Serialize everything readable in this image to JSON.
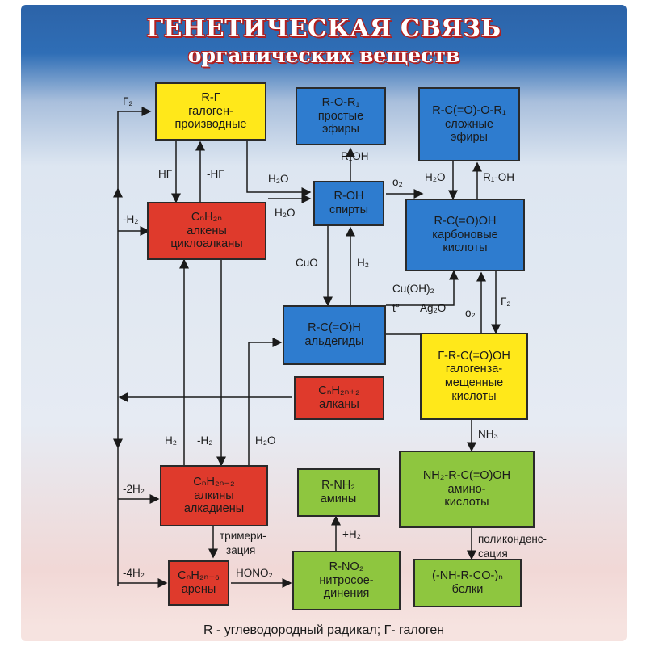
{
  "title": "ГЕНЕТИЧЕСКАЯ СВЯЗЬ",
  "subtitle": "органических веществ",
  "footer": "R - углеводородный радикал; Г- галоген",
  "boxes": {
    "halogen": {
      "formula": "R-Г",
      "l1": "галоген-",
      "l2": "производные",
      "color": "#ffe81a"
    },
    "ethers": {
      "formula": "R-O-R₁",
      "l1": "простые",
      "l2": "эфиры",
      "color": "#2e7ccf"
    },
    "esters": {
      "formula": "R-C(=O)-O-R₁",
      "l1": "сложные",
      "l2": "эфиры",
      "color": "#2e7ccf"
    },
    "alkenes": {
      "formula": "CₙH₂ₙ",
      "l1": "алкены",
      "l2": "циклоалканы",
      "color": "#df3a2c"
    },
    "alcohols": {
      "formula": "R-OH",
      "l1": "спирты",
      "color": "#2e7ccf"
    },
    "acids": {
      "formula": "R-C(=O)OH",
      "l1": "карбоновые",
      "l2": "кислоты",
      "color": "#2e7ccf"
    },
    "aldehydes": {
      "formula": "R-C(=O)H",
      "l1": "альдегиды",
      "color": "#2e7ccf"
    },
    "haloacids": {
      "formula": "Г-R-C(=O)OH",
      "l1": "галогенза-",
      "l2": "мещенные",
      "l3": "кислоты",
      "color": "#ffe81a"
    },
    "alkanes": {
      "formula": "CₙH₂ₙ₊₂",
      "l1": "алканы",
      "color": "#df3a2c"
    },
    "alkynes": {
      "formula": "CₙH₂ₙ₋₂",
      "l1": "алкины",
      "l2": "алкадиены",
      "color": "#df3a2c"
    },
    "amines": {
      "formula": "R-NH₂",
      "l1": "амины",
      "color": "#8ec63f"
    },
    "aminoacids": {
      "formula": "NH₂-R-C(=O)OH",
      "l1": "амино-",
      "l2": "кислоты",
      "color": "#8ec63f"
    },
    "arenes": {
      "formula": "CₙH₂ₙ₋₆",
      "l1": "арены",
      "color": "#df3a2c"
    },
    "nitro": {
      "formula": "R-NO₂",
      "l1": "нитросое-",
      "l2": "динения",
      "color": "#8ec63f"
    },
    "proteins": {
      "formula": "(-NH-R-CO-)ₙ",
      "l1": "белки",
      "color": "#8ec63f"
    }
  },
  "labels": {
    "g2_top": "Г₂",
    "hg": "НГ",
    "minus_hg": "-НГ",
    "h2o_1": "H₂O",
    "r1oh": "R₁OH",
    "o2_1": "o₂",
    "h2o_2": "H₂O",
    "r1_oh": "R₁-OH",
    "minus_h2_1": "-H₂",
    "h2o_3": "H₂O",
    "cuo": "CuO",
    "h2_1": "H₂",
    "cuoh2": "Cu(OH)₂",
    "t": "t°",
    "ag2o": "Ag₂O",
    "o2_2": "o₂",
    "g2_right": "Г₂",
    "nh3": "NH₃",
    "h2_2": "H₂",
    "minus_h2_2": "-H₂",
    "h2o_4": "H₂O",
    "minus_2h2": "-2H₂",
    "trimer": "тримери-",
    "trimer2": "зация",
    "minus_4h2": "-4H₂",
    "hono2": "HONO₂",
    "plus_h2": "+H₂",
    "polycond": "поликонденс-",
    "polycond2": "сация"
  }
}
